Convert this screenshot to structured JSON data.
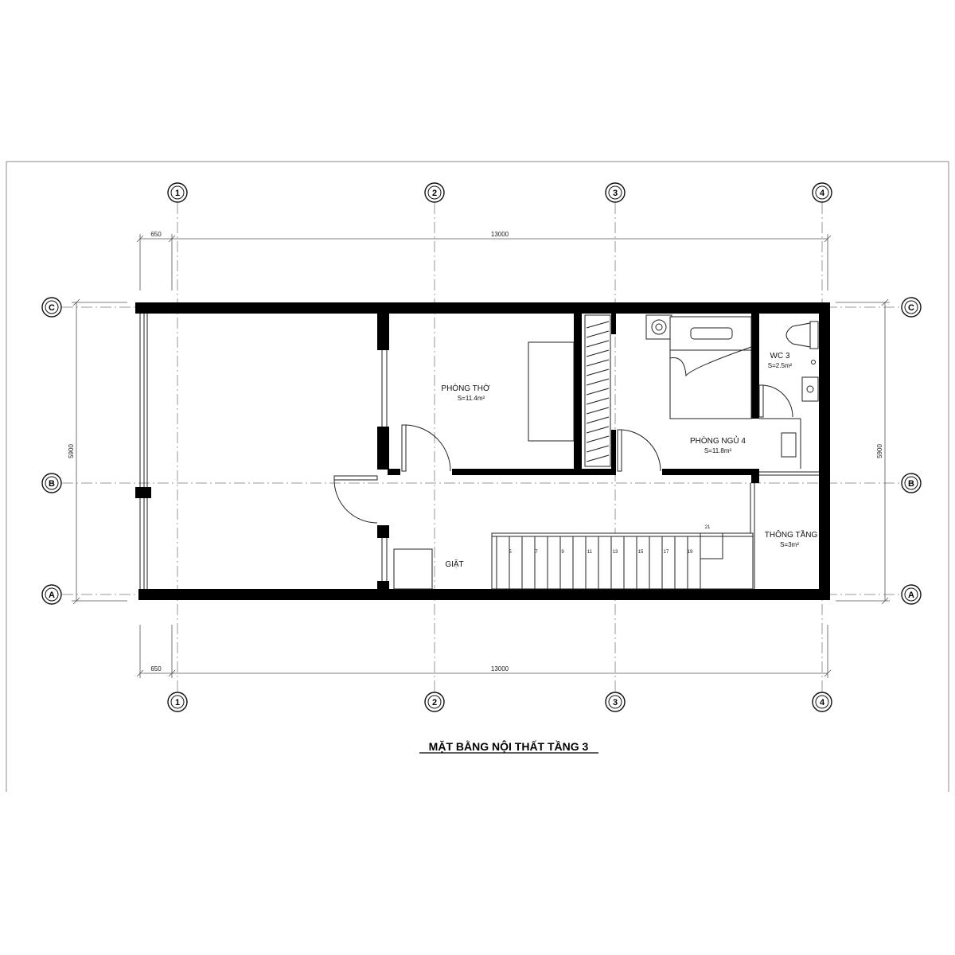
{
  "title": "MẶT BẰNG NỘI THẤT TẦNG 3",
  "grid_columns": [
    "1",
    "2",
    "3",
    "4"
  ],
  "grid_rows": [
    "C",
    "B",
    "A"
  ],
  "dimensions": {
    "top_offset": "650",
    "top_total": "13000",
    "bottom_offset": "650",
    "bottom_total": "13000",
    "left_depth": "5900",
    "right_depth": "5900"
  },
  "rooms": [
    {
      "name": "PHÒNG THỜ",
      "area": "S=11.4m²"
    },
    {
      "name": "PHÒNG NGỦ 4",
      "area": "S=11.8m²"
    },
    {
      "name": "WC 3",
      "area": "S=2.5m²"
    },
    {
      "name": "THÔNG TẦNG",
      "area": "S=3m²"
    },
    {
      "name": "GIẶT",
      "area": ""
    }
  ],
  "stair_steps": [
    "5",
    "7",
    "9",
    "11",
    "13",
    "15",
    "17",
    "19",
    "21"
  ]
}
